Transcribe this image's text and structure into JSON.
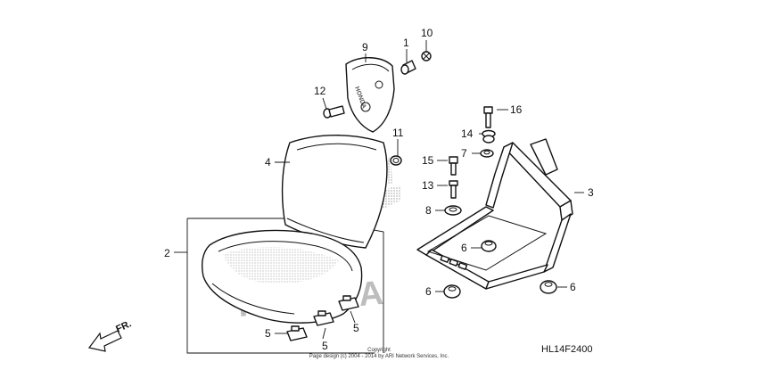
{
  "diagram_code": "HL14F2400",
  "front_indicator": "FR.",
  "copyright": {
    "line1": "Copyright",
    "line2": "Page design (c) 2004 - 2014 by ARI Network Services, Inc."
  },
  "watermark": "HONDA",
  "callouts": {
    "c1": "1",
    "c2": "2",
    "c3": "3",
    "c4": "4",
    "c5a": "5",
    "c5b": "5",
    "c5c": "5",
    "c6a": "6",
    "c6b": "6",
    "c6c": "6",
    "c7": "7",
    "c8": "8",
    "c9": "9",
    "c10": "10",
    "c11": "11",
    "c12": "12",
    "c13": "13",
    "c14": "14",
    "c15": "15",
    "c16": "16"
  }
}
